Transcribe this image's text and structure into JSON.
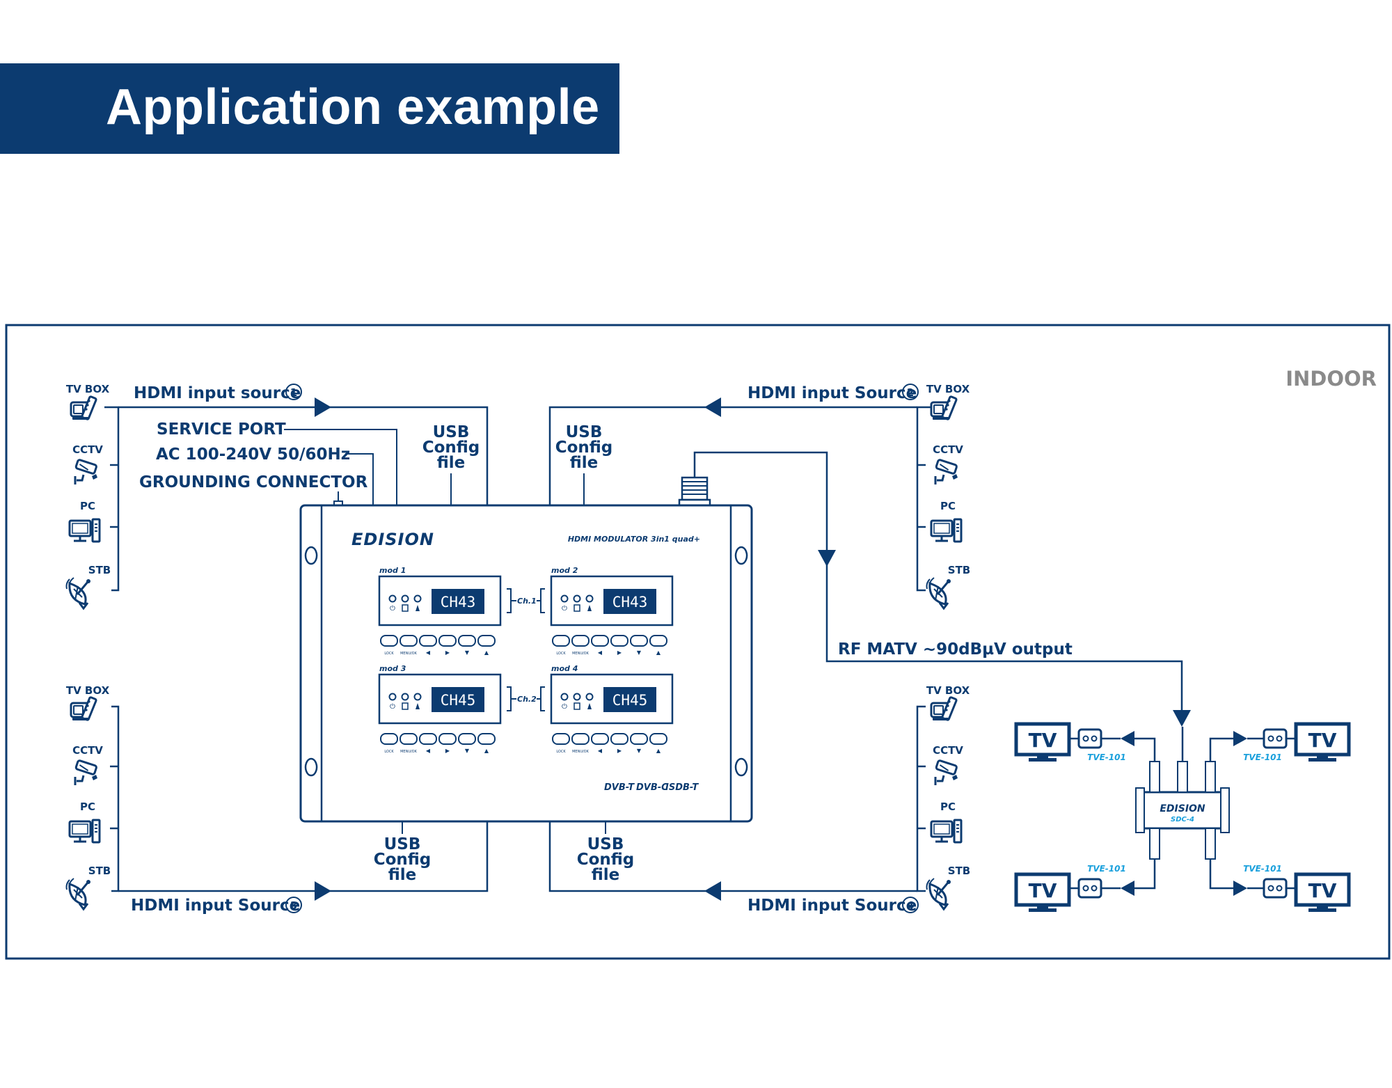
{
  "page": {
    "title": "Application example"
  },
  "colors": {
    "primary": "#0c3b70",
    "accent": "#1aa0dc",
    "indoor": "#8a8a8a",
    "background": "#ffffff"
  },
  "labels": {
    "indoor": "INDOOR",
    "hdmi1": "HDMI input source",
    "hdmi2": "HDMI input Source",
    "hdmi3": "HDMI input Source",
    "hdmi4": "HDMI input Source",
    "num1": "1",
    "num2": "2",
    "num3": "3",
    "num4": "4",
    "service_port": "SERVICE PORT",
    "ac_power": "AC 100-240V 50/60Hz",
    "grounding": "GROUNDING CONNECTOR",
    "usb_line1": "USB",
    "usb_line2": "Config",
    "usb_line3": "file",
    "rf_output": "RF MATV ~90dBµV output"
  },
  "sources": {
    "tv_box": "TV BOX",
    "cctv": "CCTV",
    "pc": "PC",
    "stb": "STB"
  },
  "device": {
    "brand": "EDISION",
    "model": "HDMI MODULATOR 3in1 quad+",
    "modules": [
      {
        "label": "mod 1",
        "display": "CH43"
      },
      {
        "label": "mod 2",
        "display": "CH43"
      },
      {
        "label": "mod 3",
        "display": "CH45"
      },
      {
        "label": "mod 4",
        "display": "CH45"
      }
    ],
    "ch1": "Ch.1",
    "ch2": "Ch.2",
    "button_labels": [
      "LOCK",
      "MENU/OK",
      "◀",
      "▶",
      "▼",
      "▲"
    ],
    "standards": [
      "DVB-T",
      "DVB-C",
      "ISDB-T"
    ]
  },
  "splitter": {
    "brand": "EDISION",
    "model": "SDC-4"
  },
  "outlets": {
    "tv": "TV",
    "tve": "TVE-101"
  }
}
